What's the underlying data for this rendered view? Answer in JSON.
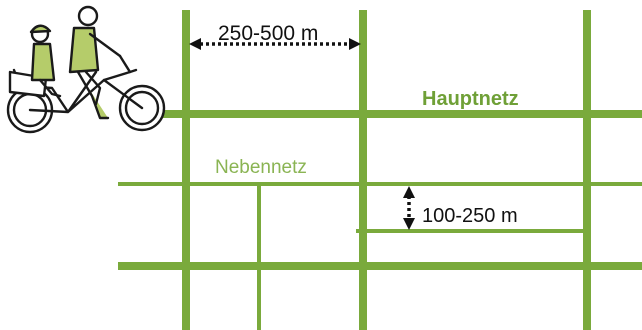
{
  "colors": {
    "main_road": "#7aaa3c",
    "minor_road": "#7aaa3c",
    "label_main": "#6fa037",
    "label_minor": "#8ab453",
    "arrow": "#111111",
    "text": "#111111",
    "rider_fill": "#b5cc6a",
    "outline": "#1a1a1a"
  },
  "labels": {
    "main_network": "Hauptnetz",
    "minor_network": "Nebennetz",
    "main_spacing": "250-500 m",
    "minor_spacing": "100-250 m"
  },
  "icon": {
    "name": "cargo-bike-with-child-icon"
  }
}
